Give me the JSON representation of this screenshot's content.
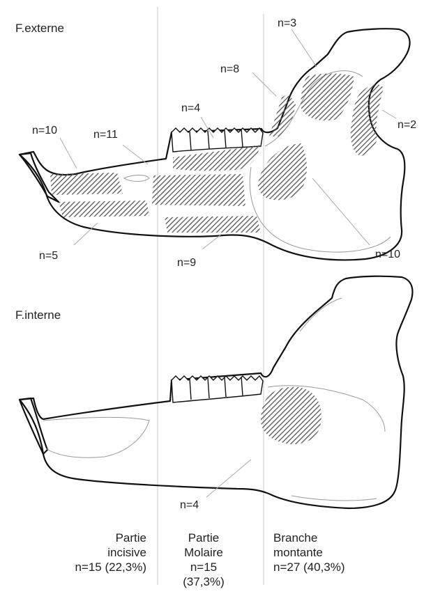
{
  "views": {
    "external": "F.externe",
    "internal": "F.interne"
  },
  "external_counts": {
    "top_branch": "n=3",
    "upper_branch": "n=8",
    "posterior_branch": "n=2",
    "molar_row": "n=4",
    "incisive_upper": "n=10",
    "diastema": "n=11",
    "incisive_lower": "n=5",
    "lower_body": "n=9",
    "angle": "n=10"
  },
  "internal_counts": {
    "inner_branch": "n=4"
  },
  "summary": {
    "incisive": {
      "line1": "Partie",
      "line2": "incisive",
      "line3": "n=15 (22,3%)"
    },
    "molar": {
      "line1": "Partie",
      "line2": "Molaire",
      "line3": "n=15",
      "line4": "(37,3%)"
    },
    "branch": {
      "line1": "Branche",
      "line2": "montante",
      "line3": "n=27 (40,3%)"
    }
  },
  "colors": {
    "outline": "#111111",
    "hatch": "#555555",
    "divider": "#c8c8c8"
  }
}
